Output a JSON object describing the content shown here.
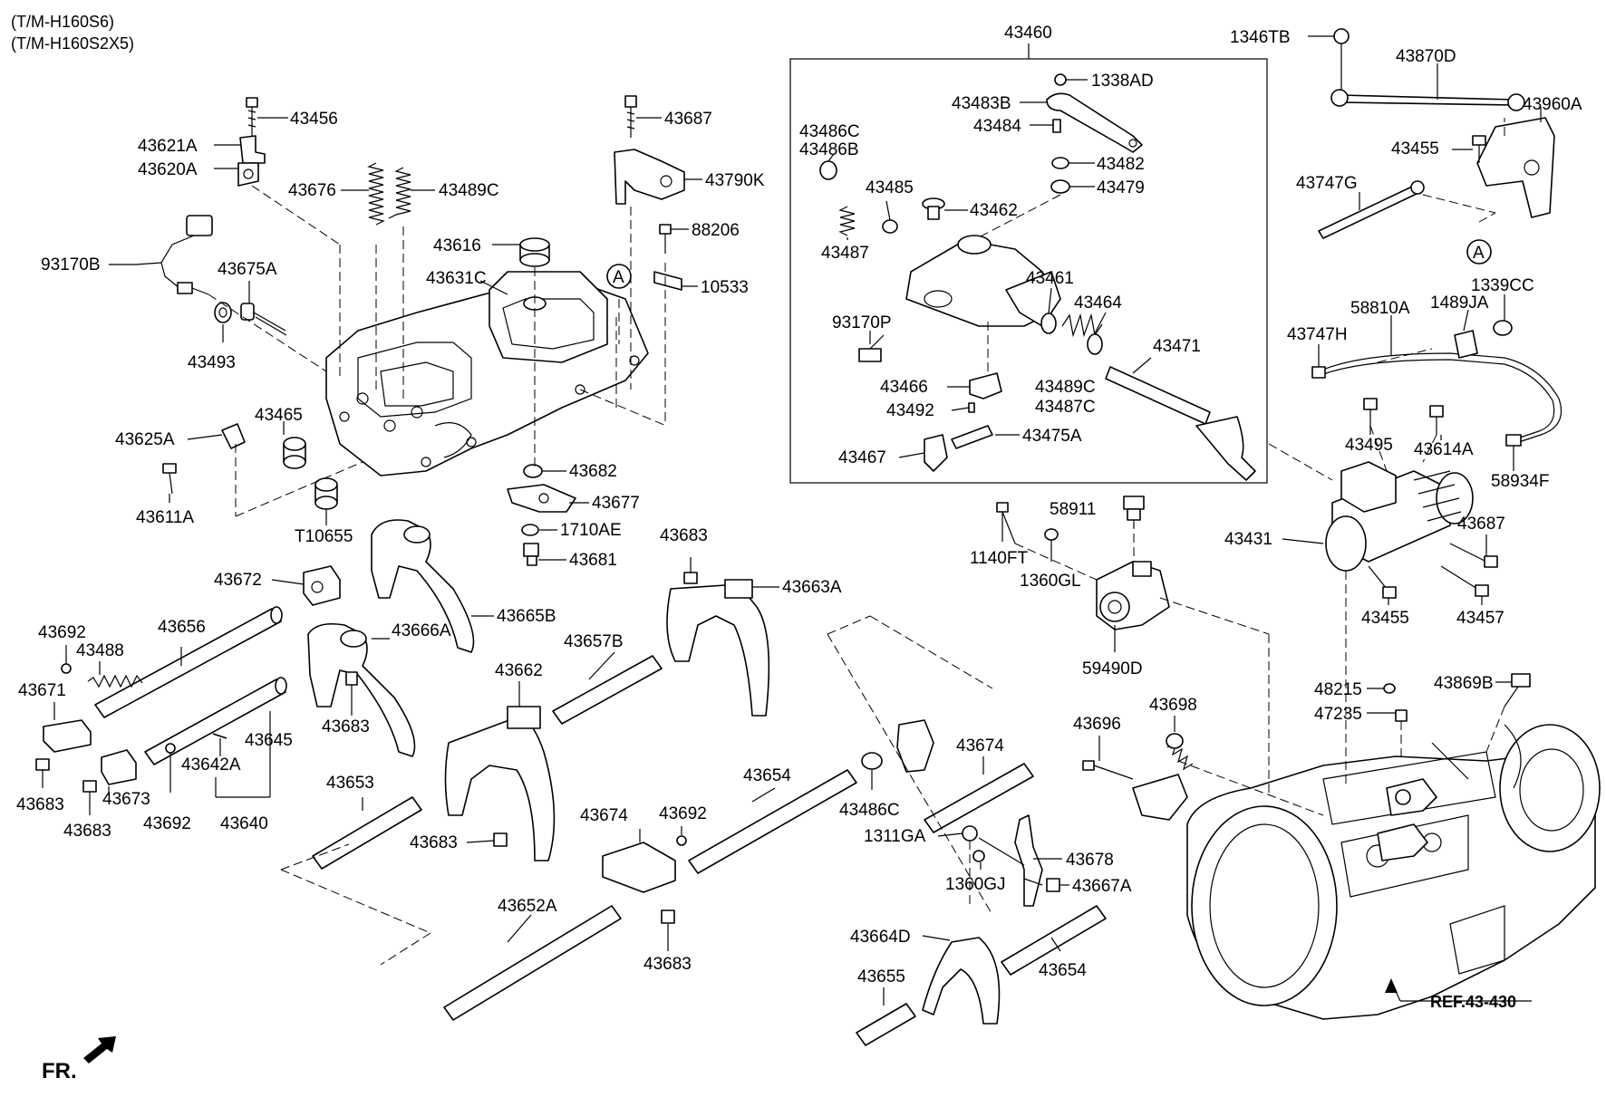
{
  "header": {
    "model_line_1": "(T/M-H160S6)",
    "model_line_2": "(T/M-H160S2X5)"
  },
  "ref": "REF.43-430",
  "fr": "FR.",
  "circle_marker": "A",
  "group_box_label": "43460",
  "labels": {
    "l43456": "43456",
    "l43621A": "43621A",
    "l43620A": "43620A",
    "l43676": "43676",
    "l43489C_top": "43489C",
    "l43687_top": "43687",
    "l43790K": "43790K",
    "l88206": "88206",
    "l10533": "10533",
    "l93170B": "93170B",
    "l43675A": "43675A",
    "l43616": "43616",
    "l43631C": "43631C",
    "l43493": "43493",
    "l43465": "43465",
    "l43625A": "43625A",
    "l43611A": "43611A",
    "l43682": "43682",
    "l43677": "43677",
    "l1710AE": "1710AE",
    "l43681": "43681",
    "lT10655": "T10655",
    "l43683_a": "43683",
    "l43672": "43672",
    "l43665B": "43665B",
    "l43663A": "43663A",
    "l43692_a": "43692",
    "l43656": "43656",
    "l43488": "43488",
    "l43666A": "43666A",
    "l43657B": "43657B",
    "l43671": "43671",
    "l43662": "43662",
    "l43683_b": "43683",
    "l43645": "43645",
    "l43642A": "43642A",
    "l43683_c": "43683",
    "l43673": "43673",
    "l43692_b": "43692",
    "l43640": "43640",
    "l43683_d": "43683",
    "l43653": "43653",
    "l43683_e": "43683",
    "l43654_a": "43654",
    "l43692_c": "43692",
    "l43674_a": "43674",
    "l43486C_b": "43486C",
    "l43674_b": "43674",
    "l1311GA": "1311GA",
    "l43678": "43678",
    "l1360GJ": "1360GJ",
    "l43667A": "43667A",
    "l43652A": "43652A",
    "l43683_f": "43683",
    "l43664D": "43664D",
    "l43654_b": "43654",
    "l43655": "43655",
    "l1338AD": "1338AD",
    "l43483B": "43483B",
    "l43484": "43484",
    "l43482": "43482",
    "l43479": "43479",
    "l43486C": "43486C",
    "l43486B": "43486B",
    "l43485": "43485",
    "l43462": "43462",
    "l43487": "43487",
    "l43461": "43461",
    "l43464": "43464",
    "l93170P": "93170P",
    "l43471": "43471",
    "l43466": "43466",
    "l43489C_b": "43489C",
    "l43487C": "43487C",
    "l43492": "43492",
    "l43475A": "43475A",
    "l43467": "43467",
    "l1346TB": "1346TB",
    "l43870D": "43870D",
    "l43960A": "43960A",
    "l43455_a": "43455",
    "l43747G": "43747G",
    "l1339CC": "1339CC",
    "l58810A": "58810A",
    "l1489JA": "1489JA",
    "l43747H": "43747H",
    "l43495": "43495",
    "l43614A": "43614A",
    "l58934F": "58934F",
    "l58911": "58911",
    "l1140FT": "1140FT",
    "l1360GL": "1360GL",
    "l43431": "43431",
    "l43687_b": "43687",
    "l43455_b": "43455",
    "l43457": "43457",
    "l59490D": "59490D",
    "l48215": "48215",
    "l43869B": "43869B",
    "l47235": "47235",
    "l43696": "43696",
    "l43698": "43698"
  }
}
